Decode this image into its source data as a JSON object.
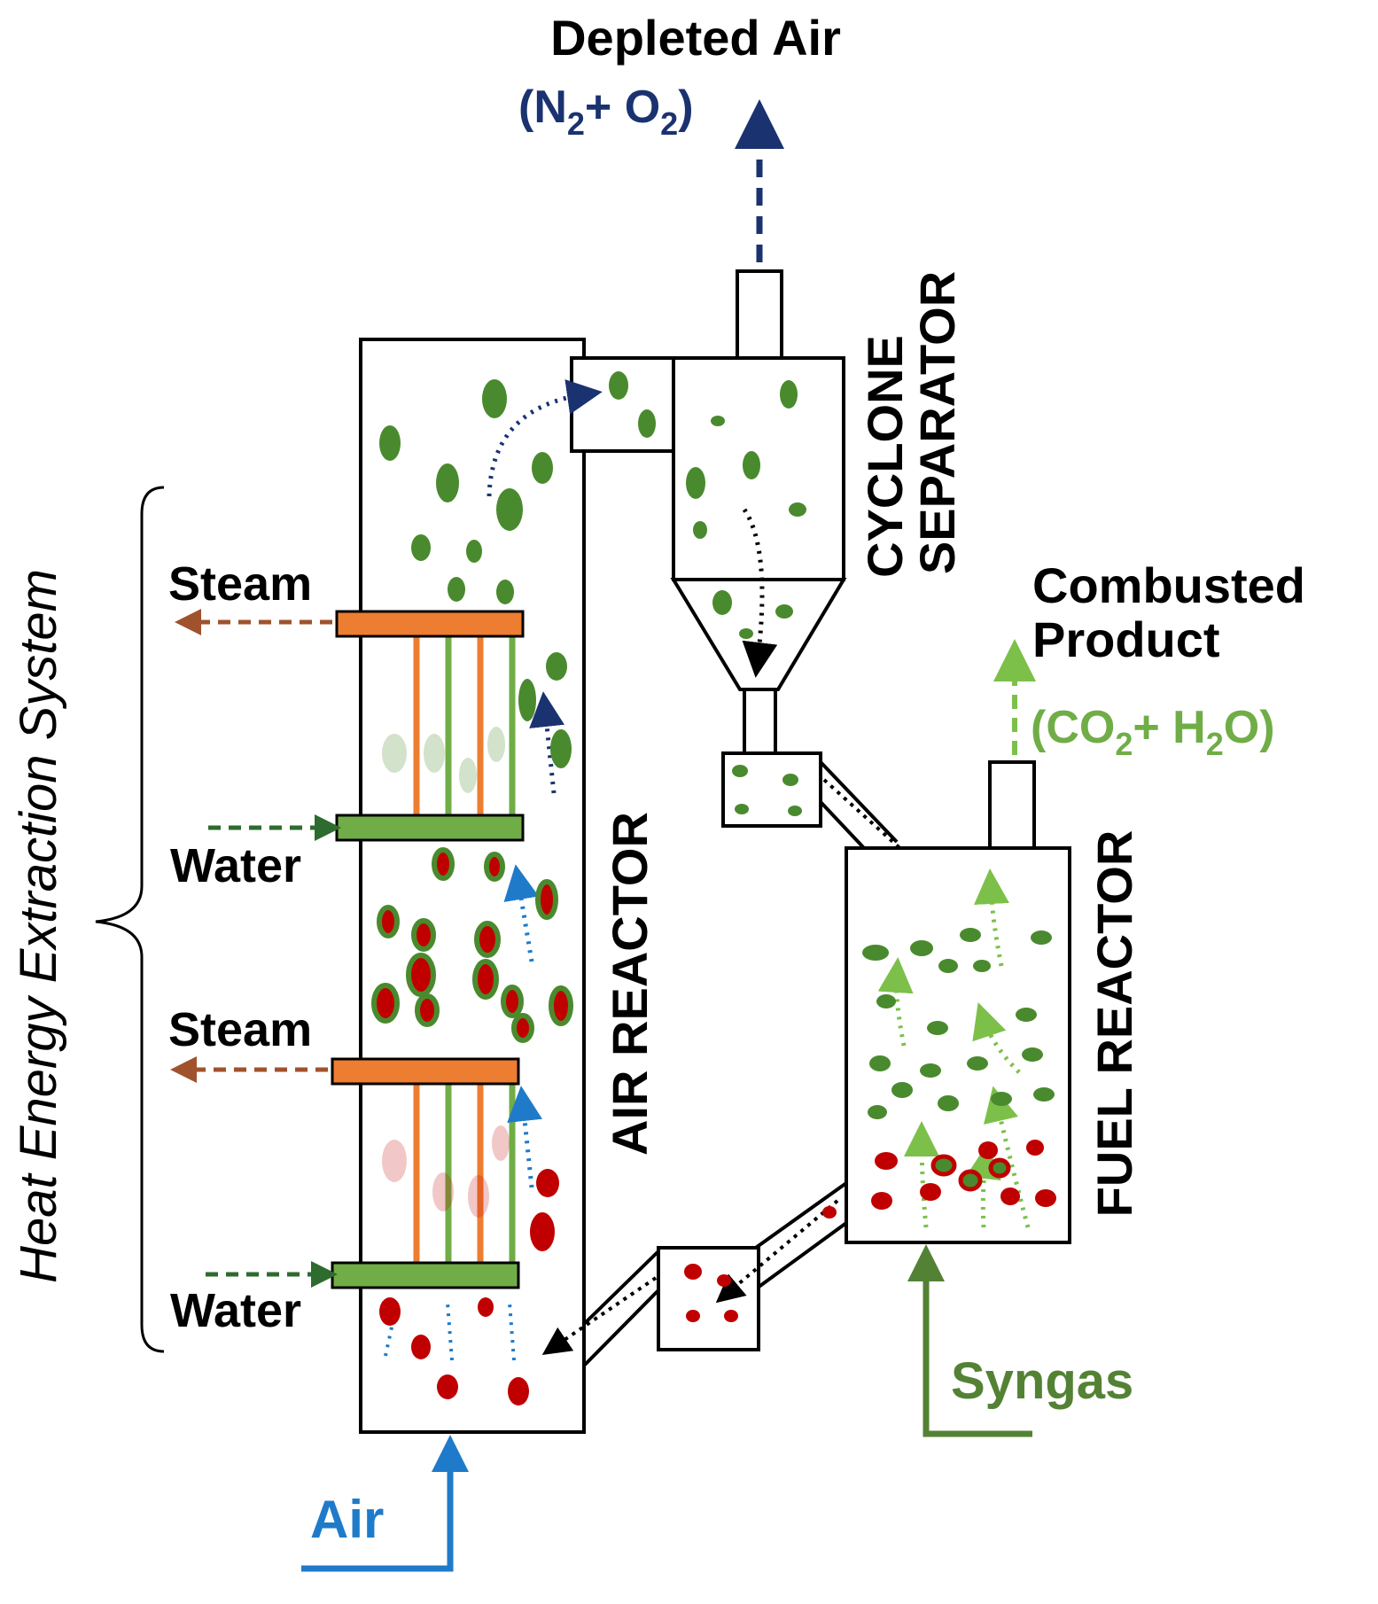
{
  "labels": {
    "depleted_air": "Depleted Air",
    "depleted_air_formula": {
      "open": "(N",
      "sub1": "2",
      "mid": "+ O",
      "sub2": "2",
      "close": ")"
    },
    "cyclone": "CYCLONE",
    "separator": "SEPARATOR",
    "combusted_line1": "Combusted",
    "combusted_line2": "Product",
    "combusted_formula": {
      "open": "(CO",
      "sub1": "2",
      "mid": "+ H",
      "sub2": "2",
      "close": "O)"
    },
    "air_reactor": "AIR REACTOR",
    "fuel_reactor": "FUEL REACTOR",
    "heat_system": "Heat Energy Extraction System",
    "steam_top": "Steam",
    "water_top": "Water",
    "steam_bottom": "Steam",
    "water_bottom": "Water",
    "air_input": "Air",
    "syngas_input": "Syngas"
  },
  "colors": {
    "outline": "#000000",
    "depleted_air_text": "#1a3270",
    "combusted_text": "#70ad47",
    "air_text": "#1f7bc9",
    "syngas_text": "#548235",
    "steam_arrow": "#a0522d",
    "water_arrow": "#2e6b2e",
    "header_orange": "#ed7d31",
    "header_green": "#70ad47",
    "particle_green": "#4a8a2e",
    "particle_red": "#c00000",
    "air_flow_dots": "#1f7bc9",
    "depleted_flow_dots": "#1a3270"
  },
  "icons": [
    "air-inlet-arrow-icon",
    "syngas-inlet-arrow-icon",
    "steam-outlet-arrow-icon",
    "water-inlet-arrow-icon",
    "depleted-air-arrow-icon",
    "combusted-product-arrow-icon"
  ]
}
